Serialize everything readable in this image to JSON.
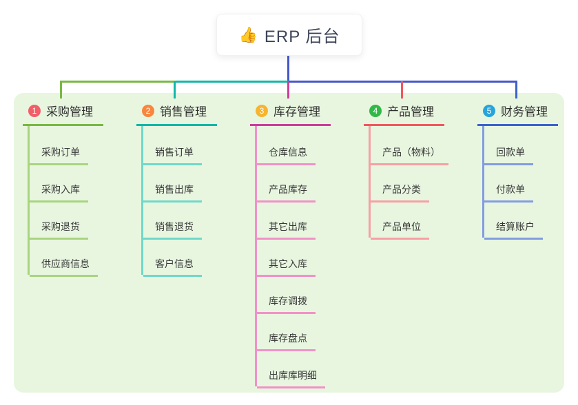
{
  "root": {
    "icon": "👍",
    "label": "ERP 后台"
  },
  "colors": {
    "panel_bg": "#e8f6e0",
    "root_line": "#4457c8",
    "bus_segment_left": "#77b843",
    "bus_segment_middle": "#12b7a6",
    "bus_segment_right": "#4457c8"
  },
  "branches": [
    {
      "number": "1",
      "title": "采购管理",
      "badge_color": "#f25d68",
      "line_color": "#77b843",
      "item_line_color": "#a8d47f",
      "items": [
        "采购订单",
        "采购入库",
        "采购退货",
        "供应商信息"
      ]
    },
    {
      "number": "2",
      "title": "销售管理",
      "badge_color": "#f9863c",
      "line_color": "#12b7a6",
      "item_line_color": "#6fd8c9",
      "items": [
        "销售订单",
        "销售出库",
        "销售退货",
        "客户信息"
      ]
    },
    {
      "number": "3",
      "title": "库存管理",
      "badge_color": "#f7b42c",
      "line_color": "#cb3d9b",
      "item_line_color": "#f191c8",
      "items": [
        "仓库信息",
        "产品库存",
        "其它出库",
        "其它入库",
        "库存调拨",
        "库存盘点",
        "出库库明细"
      ]
    },
    {
      "number": "4",
      "title": "产品管理",
      "badge_color": "#31b848",
      "line_color": "#f0575d",
      "item_line_color": "#f79fa4",
      "items": [
        "产品（物料）",
        "产品分类",
        "产品单位"
      ]
    },
    {
      "number": "5",
      "title": "财务管理",
      "badge_color": "#28a4dc",
      "line_color": "#3a62cc",
      "item_line_color": "#829ce0",
      "items": [
        "回款单",
        "付款单",
        "结算账户"
      ]
    }
  ]
}
